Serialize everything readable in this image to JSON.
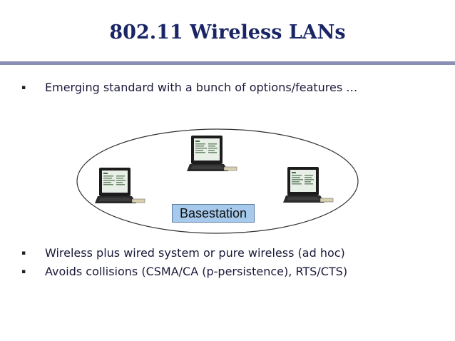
{
  "slide": {
    "title": "802.11 Wireless LANs",
    "bullets_top": [
      "Emerging standard with a bunch of options/features …"
    ],
    "diagram": {
      "label": "Basestation",
      "nodes": [
        "laptop-icon",
        "laptop-icon",
        "laptop-icon"
      ]
    },
    "bullets_bottom": [
      "Wireless plus wired system or pure wireless (ad hoc)",
      "Avoids collisions (CSMA/CA (p-persistence), RTS/CTS)"
    ],
    "colors": {
      "title": "#1a2565",
      "rule": "#8a8fb6",
      "label_fill": "#a6c9ec"
    }
  }
}
